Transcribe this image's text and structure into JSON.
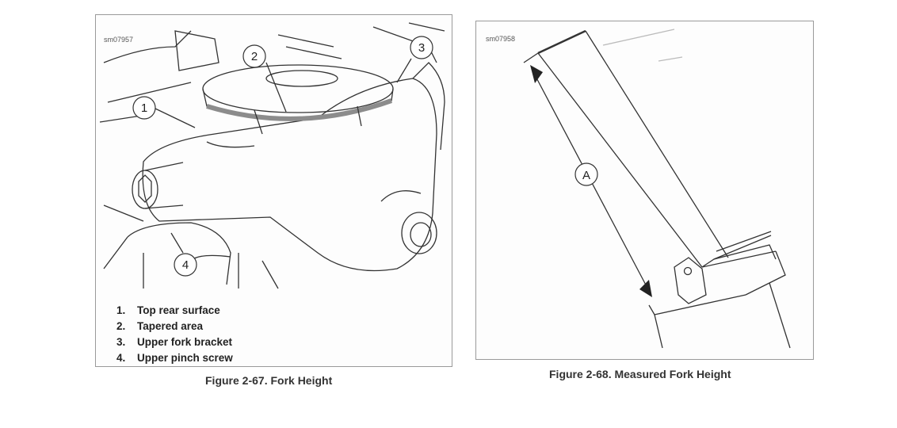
{
  "figure_67": {
    "id_label": "sm07957",
    "callouts": [
      "1",
      "2",
      "3",
      "4"
    ],
    "legend": [
      {
        "num": "1.",
        "text": "Top rear surface"
      },
      {
        "num": "2.",
        "text": "Tapered area"
      },
      {
        "num": "3.",
        "text": "Upper fork bracket"
      },
      {
        "num": "4.",
        "text": "Upper pinch screw"
      }
    ],
    "caption": "Figure 2-67. Fork Height"
  },
  "figure_68": {
    "id_label": "sm07958",
    "dimension_label": "A",
    "caption": "Figure 2-68. Measured Fork Height"
  }
}
